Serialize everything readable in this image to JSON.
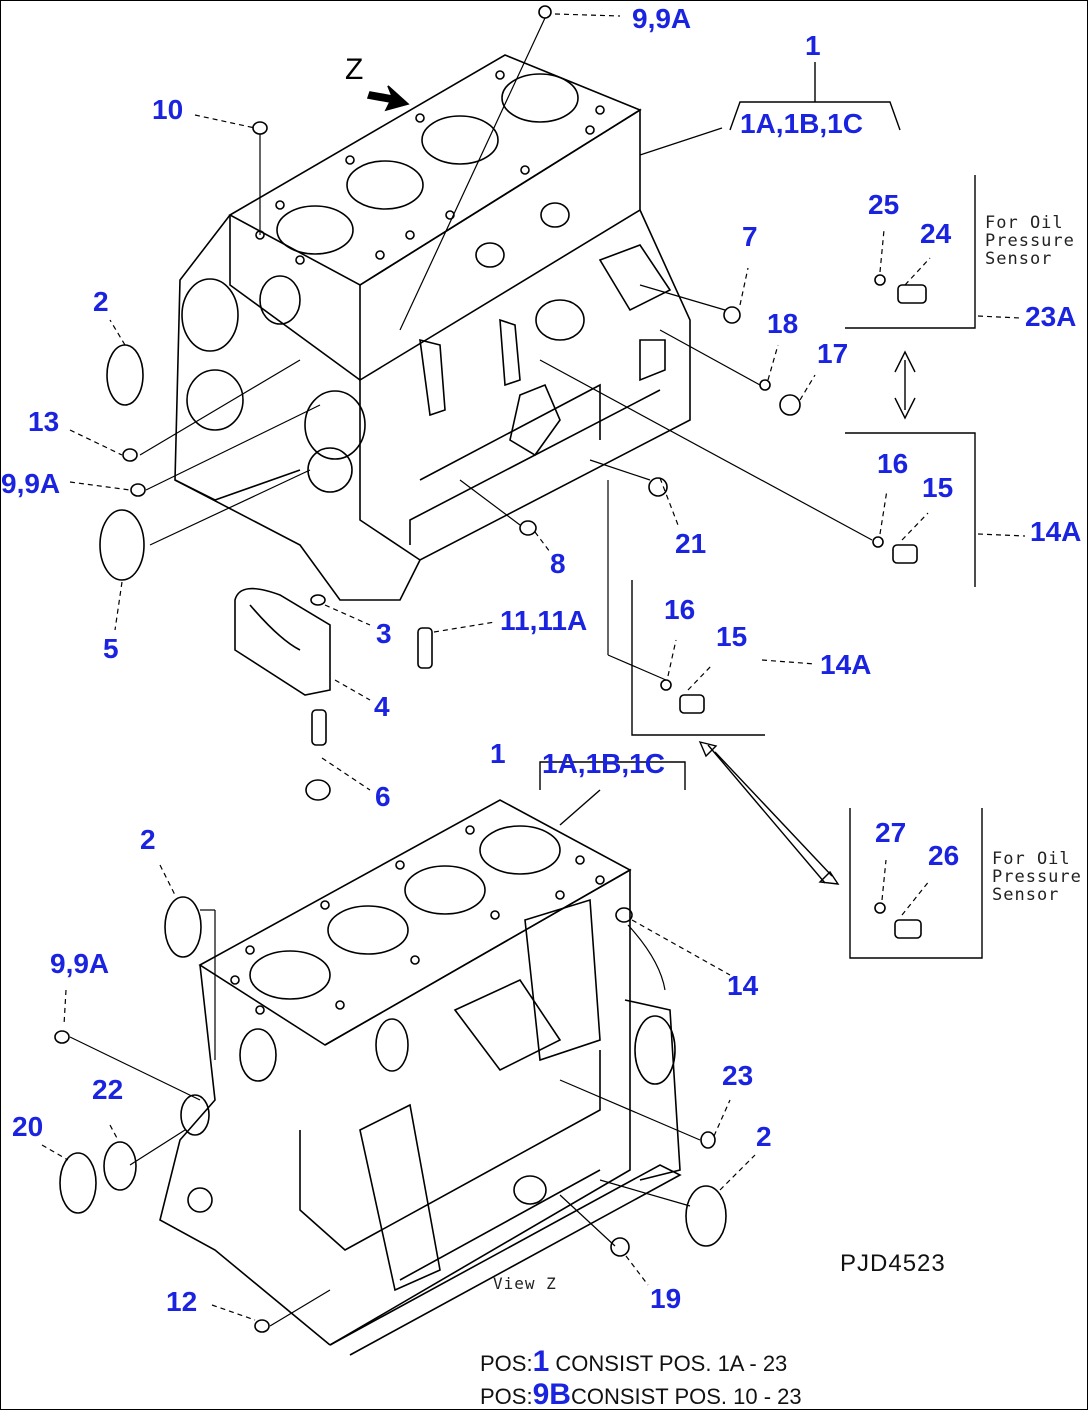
{
  "labels": {
    "l_9_9a_top": "9,9A",
    "l_1_top": "1",
    "l_1a_top": "1A,1B,1C",
    "l_z": "Z",
    "l_10": "10",
    "l_25": "25",
    "l_24": "24",
    "l_7": "7",
    "l_2_a": "2",
    "l_18": "18",
    "l_17": "17",
    "l_23a": "23A",
    "l_13": "13",
    "l_9_9a_left": "9,9A",
    "l_16_a": "16",
    "l_15_a": "15",
    "l_14a_a": "14A",
    "l_21": "21",
    "l_8": "8",
    "l_5": "5",
    "l_3": "3",
    "l_11": "11,11A",
    "l_16_b": "16",
    "l_15_b": "15",
    "l_14a_b": "14A",
    "l_4": "4",
    "l_6": "6",
    "l_1_bottom": "1",
    "l_1a_bottom": "1A,1B,1C",
    "l_27": "27",
    "l_26": "26",
    "l_2_b": "2",
    "l_14": "14",
    "l_9_9a_bottom": "9,9A",
    "l_23": "23",
    "l_22": "22",
    "l_20": "20",
    "l_2_c": "2",
    "l_12": "12",
    "l_19": "19"
  },
  "notes": {
    "oil_sensor_top": "For Oil\nPressure\nSensor",
    "oil_sensor_bottom": "For Oil\nPressure\nSensor",
    "view_z": "View Z"
  },
  "drawing_code": "PJD4523",
  "footer": {
    "line1_prefix": "POS:",
    "line1_pos": "1",
    "line1_text": "CONSIST POS. 1A - 23",
    "line2_prefix": "POS:",
    "line2_pos": "9B",
    "line2_text": "CONSIST POS. 10 - 23"
  },
  "colors": {
    "callout": "#1a23e0",
    "linework": "#000000",
    "background": "#ffffff"
  }
}
